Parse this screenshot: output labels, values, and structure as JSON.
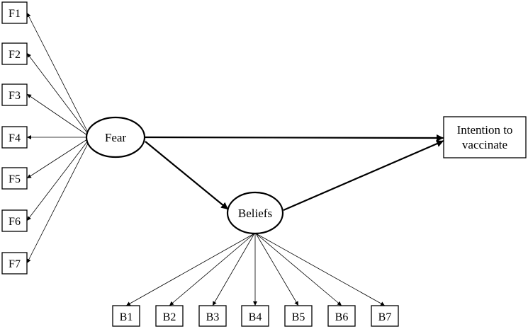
{
  "diagram": {
    "latent": {
      "fear": "Fear",
      "beliefs": "Beliefs"
    },
    "outcome": {
      "line1": "Intention to",
      "line2": "vaccinate"
    },
    "fear_items": [
      "F1",
      "F2",
      "F3",
      "F4",
      "F5",
      "F6",
      "F7"
    ],
    "belief_items": [
      "B1",
      "B2",
      "B3",
      "B4",
      "B5",
      "B6",
      "B7"
    ],
    "paths": [
      {
        "from": "Fear",
        "to": "Intention to vaccinate"
      },
      {
        "from": "Fear",
        "to": "Beliefs"
      },
      {
        "from": "Beliefs",
        "to": "Intention to vaccinate"
      }
    ]
  }
}
